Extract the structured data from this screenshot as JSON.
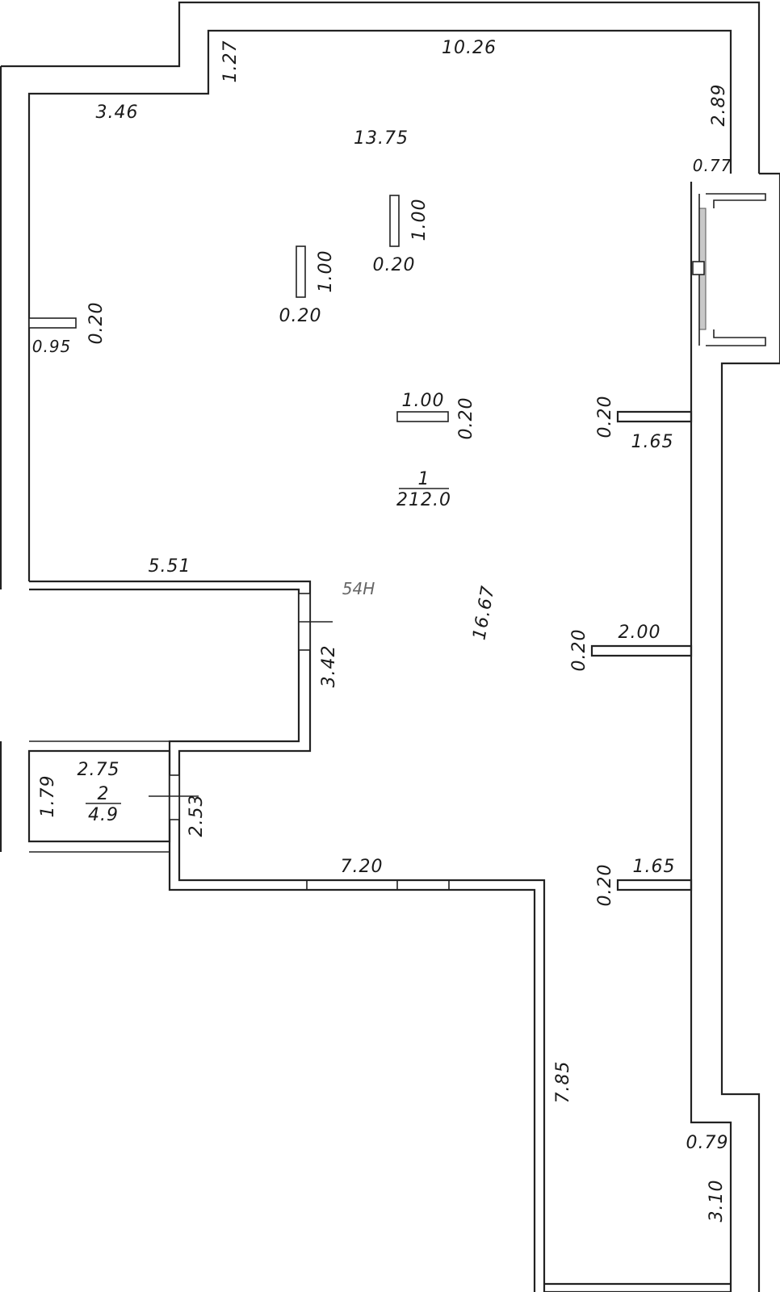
{
  "plan": {
    "rooms": [
      {
        "number": "1",
        "area": "212.0"
      },
      {
        "number": "2",
        "area": "4.9"
      }
    ],
    "dims": {
      "top_width": "10.26",
      "left_step": "1.27",
      "left_top": "3.46",
      "right_top": "2.89",
      "diagonal": "13.75",
      "window_depth": "0.77",
      "pillar1_len": "1.00",
      "pillar1_w": "0.20",
      "pillar2_len": "1.00",
      "pillar2_w": "0.20",
      "left_stub_len": "0.95",
      "left_stub_w": "0.20",
      "pillar3_len": "1.00",
      "pillar3_w": "0.20",
      "fin1_w": "0.20",
      "fin1_len": "1.65",
      "corridor_width": "5.51",
      "mark_54h": "54H",
      "corridor_height": "3.42",
      "long_diag": "16.67",
      "fin2_w": "0.20",
      "fin2_len": "2.00",
      "wc_width": "2.75",
      "wc_height": "1.79",
      "wc_door": "2.53",
      "bottom_width": "7.20",
      "fin3_w": "0.20",
      "fin3_len": "1.65",
      "right_long": "7.85",
      "right_step": "0.79",
      "right_bottom": "3.10"
    }
  }
}
